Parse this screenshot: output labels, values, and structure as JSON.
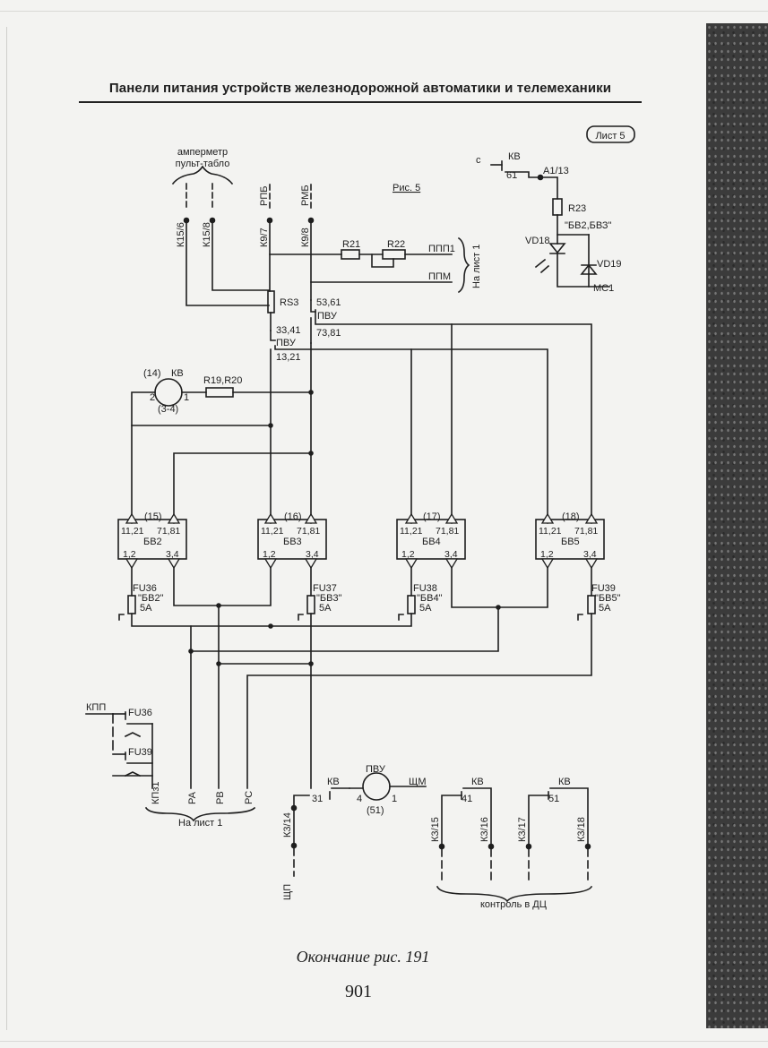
{
  "header": {
    "title": "Панели питания устройств железнодорожной автоматики и телемеханики"
  },
  "sheet_label": "Лист 5",
  "fig_ref": "Рис. 5",
  "ammeter": {
    "line1": "амперметр",
    "line2": "пульт-табло"
  },
  "terminals": {
    "k15_6": "К15/6",
    "k15_8": "К15/8",
    "k9_7": "К9/7",
    "k9_8": "К9/8",
    "rpb": "РПБ",
    "rmb": "РМБ"
  },
  "resistors": {
    "r21": "R21",
    "r22": "R22",
    "r19r20": "R19,R20",
    "r23": "R23"
  },
  "lines": {
    "ppp1": "ППП1",
    "ppm": "ППМ",
    "to_sheet1": "На лист 1"
  },
  "rs3": "RS3",
  "pvu": {
    "name": "ПВУ",
    "c1": "53,61",
    "c2": "73,81",
    "c3": "33,41",
    "c4": "13,21"
  },
  "kv_top": {
    "num": "(14)",
    "name": "КВ",
    "pin2": "2",
    "pin1": "1",
    "note": "(3-4)"
  },
  "blocks": [
    {
      "num": "(15)",
      "tl": "11,21",
      "tr": "71,81",
      "name": "БВ2",
      "bl": "1,2",
      "br": "3,4"
    },
    {
      "num": "(16)",
      "tl": "11,21",
      "tr": "71,81",
      "name": "БВ3",
      "bl": "1,2",
      "br": "3,4"
    },
    {
      "num": "(17)",
      "tl": "11,21",
      "tr": "71,81",
      "name": "БВ4",
      "bl": "1,2",
      "br": "3,4"
    },
    {
      "num": "(18)",
      "tl": "11,21",
      "tr": "71,81",
      "name": "БВ5",
      "bl": "1,2",
      "br": "3,4"
    }
  ],
  "fuses": [
    {
      "name": "FU36",
      "label": "\"БВ2\"",
      "rating": "5А"
    },
    {
      "name": "FU37",
      "label": "\"БВ3\"",
      "rating": "5А"
    },
    {
      "name": "FU38",
      "label": "\"БВ4\"",
      "rating": "5А"
    },
    {
      "name": "FU39",
      "label": "\"БВ5\"",
      "rating": "5А"
    }
  ],
  "kpp": {
    "name": "КПП",
    "fu36": "FU36",
    "fu39": "FU39"
  },
  "bottom_terms": {
    "kpz1": "КПз1",
    "ra": "РА",
    "rv": "РВ",
    "rs": "РС",
    "to_sheet1": "На лист 1"
  },
  "signal": {
    "c": "с",
    "kv": "КВ",
    "n61": "61",
    "a113": "А1/13",
    "r23": "R23",
    "bv23": "\"БВ2,БВЗ\"",
    "vd18": "VD18",
    "vd19": "VD19",
    "mc1": "МС1"
  },
  "pvu2": {
    "kv": "КВ",
    "n31": "31",
    "name": "ПВУ",
    "p4": "4",
    "p1": "1",
    "n51": "(51)",
    "shm": "ЩМ",
    "k314": "К3/14",
    "shp": "ЩП"
  },
  "ctrl": {
    "kv1": "КВ",
    "n41": "41",
    "kv2": "КВ",
    "n51": "51",
    "k315": "К3/15",
    "k316": "К3/16",
    "k317": "К3/17",
    "k318": "К3/18",
    "label": "контроль в ДЦ"
  },
  "caption": "Окончание рис. 191",
  "page_number": "901"
}
